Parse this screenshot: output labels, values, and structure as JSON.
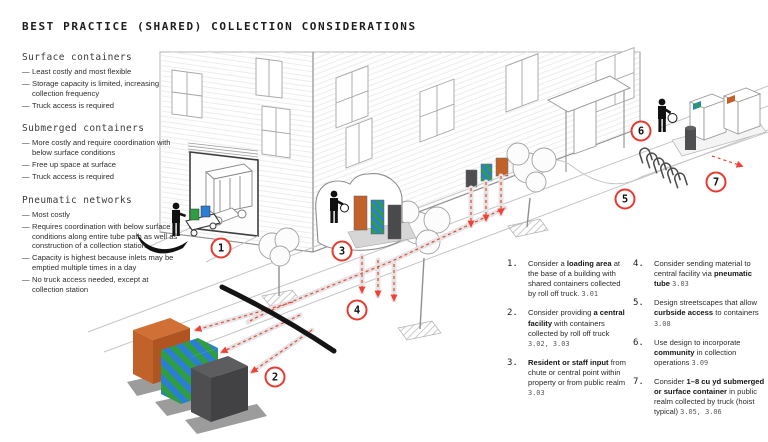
{
  "title": "BEST PRACTICE (SHARED) COLLECTION CONSIDERATIONS",
  "colors": {
    "accent_red": "#e8392f",
    "container_orange": "#c2622b",
    "stripe_green": "#2f9e43",
    "stripe_blue": "#2a7fd4",
    "container_gray": "#4e4e50"
  },
  "sidebar": {
    "sections": [
      {
        "heading": "Surface containers",
        "bullets": [
          "Least costly and most flexible",
          "Storage capacity is limited, increasing collection frequency",
          "Truck access is required"
        ]
      },
      {
        "heading": "Submerged containers",
        "bullets": [
          "More costly and require coordination with below surface conditions",
          "Free up space at surface",
          "Truck access is required"
        ]
      },
      {
        "heading": "Pneumatic networks",
        "bullets": [
          "Most costly",
          "Requires coordination with below surface conditions along entire tube path as well as construction of a collection station",
          "Capacity is highest because inlets may be emptied multiple times in a day",
          "No truck access needed, except at collection station"
        ]
      }
    ]
  },
  "callouts": [
    {
      "num": "1"
    },
    {
      "num": "2"
    },
    {
      "num": "3"
    },
    {
      "num": "4"
    },
    {
      "num": "5"
    },
    {
      "num": "6"
    },
    {
      "num": "7"
    }
  ],
  "legend": {
    "columns": [
      {
        "items": [
          {
            "num": "1.",
            "segments": [
              {
                "text": "Consider a "
              },
              {
                "text": "loading area",
                "bold": true
              },
              {
                "text": " at the base of a building with shared containers collected by roll off truck. "
              },
              {
                "text": "3.01",
                "ref": true
              }
            ]
          },
          {
            "num": "2.",
            "segments": [
              {
                "text": "Consider providing "
              },
              {
                "text": "a central facility",
                "bold": true
              },
              {
                "text": " with containers collected by roll off truck "
              },
              {
                "text": "3.02, 3.03",
                "ref": true
              }
            ]
          },
          {
            "num": "3.",
            "segments": [
              {
                "text": "Resident or staff input",
                "bold": true
              },
              {
                "text": " from chute or central point within property or from public realm "
              },
              {
                "text": "3.03",
                "ref": true
              }
            ]
          }
        ]
      },
      {
        "items": [
          {
            "num": "4.",
            "segments": [
              {
                "text": "Consider sending material to central facility via "
              },
              {
                "text": "pneumatic tube",
                "bold": true
              },
              {
                "text": " "
              },
              {
                "text": "3.03",
                "ref": true
              }
            ]
          },
          {
            "num": "5.",
            "segments": [
              {
                "text": "Design streetscapes that allow "
              },
              {
                "text": "curbside access",
                "bold": true
              },
              {
                "text": " to containers "
              },
              {
                "text": "3.08",
                "ref": true
              }
            ]
          },
          {
            "num": "6.",
            "segments": [
              {
                "text": "Use design to incorporate "
              },
              {
                "text": "community",
                "bold": true
              },
              {
                "text": " in collection operations "
              },
              {
                "text": "3.09",
                "ref": true
              }
            ]
          },
          {
            "num": "7.",
            "segments": [
              {
                "text": "Consider "
              },
              {
                "text": "1–8 cu yd submerged or surface container",
                "bold": true
              },
              {
                "text": " in public realm collected by truck (hoist typical) "
              },
              {
                "text": "3.05, 3.06",
                "ref": true
              }
            ]
          }
        ]
      }
    ]
  }
}
